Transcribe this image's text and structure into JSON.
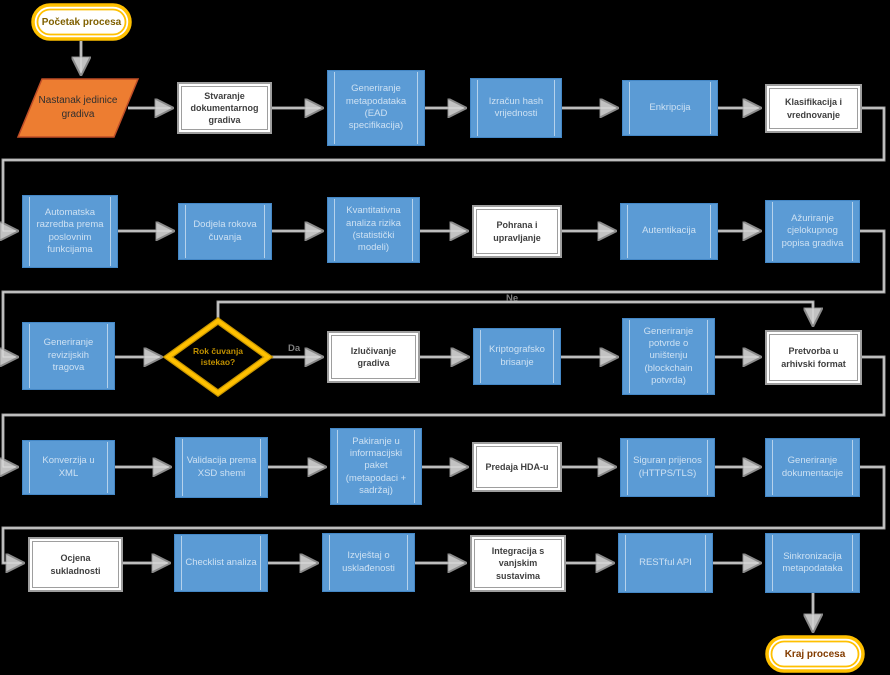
{
  "diagram": {
    "start_label": "Početak procesa",
    "end_label": "Kraj procesa",
    "source_label": "Nastanak jedinice gradiva",
    "decision_label": "Rok čuvanja istekao?",
    "branch_labels": {
      "yes": "Da",
      "no": "Ne"
    },
    "colors": {
      "node_blue": "#5B9BD5",
      "node_blue_border": "#4487C6",
      "white_box_border": "#9E9E9E",
      "accent_gold": "#FFC000",
      "accent_orange": "#ED7D31",
      "connector_gray": "#9C9C9C",
      "start_text": "#7F6000",
      "end_text": "#833C00",
      "decision_text": "#BF8F00",
      "background": "#000000"
    },
    "nodes": {
      "r1_stvaranje": {
        "label": "Stvaranje dokumentarnog gradiva"
      },
      "r1_metapodaci": {
        "label": "Generiranje metapodataka (EAD specifikacija)"
      },
      "r1_hash": {
        "label": "Izračun hash vrijednosti"
      },
      "r1_enkripcija": {
        "label": "Enkripcija"
      },
      "r1_klasifikacija": {
        "label": "Klasifikacija i vrednovanje"
      },
      "r2_razredba": {
        "label": "Automatska razredba prema poslovnim funkcijama"
      },
      "r2_rokovi": {
        "label": "Dodjela rokova čuvanja"
      },
      "r2_rizik": {
        "label": "Kvantitativna analiza rizika (statistički modeli)"
      },
      "r2_pohrana": {
        "label": "Pohrana i upravljanje"
      },
      "r2_autentikacija": {
        "label": "Autentikacija"
      },
      "r2_popis": {
        "label": "Ažuriranje cjelokupnog popisa gradiva"
      },
      "r3_revizija": {
        "label": "Generiranje revizijskih tragova"
      },
      "r3_izlucivanje": {
        "label": "Izlučivanje gradiva"
      },
      "r3_brisanje": {
        "label": "Kriptografsko brisanje"
      },
      "r3_potvrda": {
        "label": "Generiranje potvrde o uništenju (blockchain potvrda)"
      },
      "r3_pretvorba": {
        "label": "Pretvorba u arhivski format"
      },
      "r4_xml": {
        "label": "Konverzija u XML"
      },
      "r4_validacija": {
        "label": "Validacija prema XSD shemi"
      },
      "r4_paket": {
        "label": "Pakiranje u informacijski paket (metapodaci + sadržaj)"
      },
      "r4_predaja": {
        "label": "Predaja HDA-u"
      },
      "r4_prijenos": {
        "label": "Siguran prijenos (HTTPS/TLS)"
      },
      "r4_dokumentacija": {
        "label": "Generiranje dokumentacije"
      },
      "r5_ocjena": {
        "label": "Ocjena sukladnosti"
      },
      "r5_checklist": {
        "label": "Checklist analiza"
      },
      "r5_izvjestaj": {
        "label": "Izvještaj o usklađenosti"
      },
      "r5_integracija": {
        "label": "Integracija s vanjskim sustavima"
      },
      "r5_api": {
        "label": "RESTful API"
      },
      "r5_sinkronizacija": {
        "label": "Sinkronizacija metapodataka"
      }
    }
  }
}
